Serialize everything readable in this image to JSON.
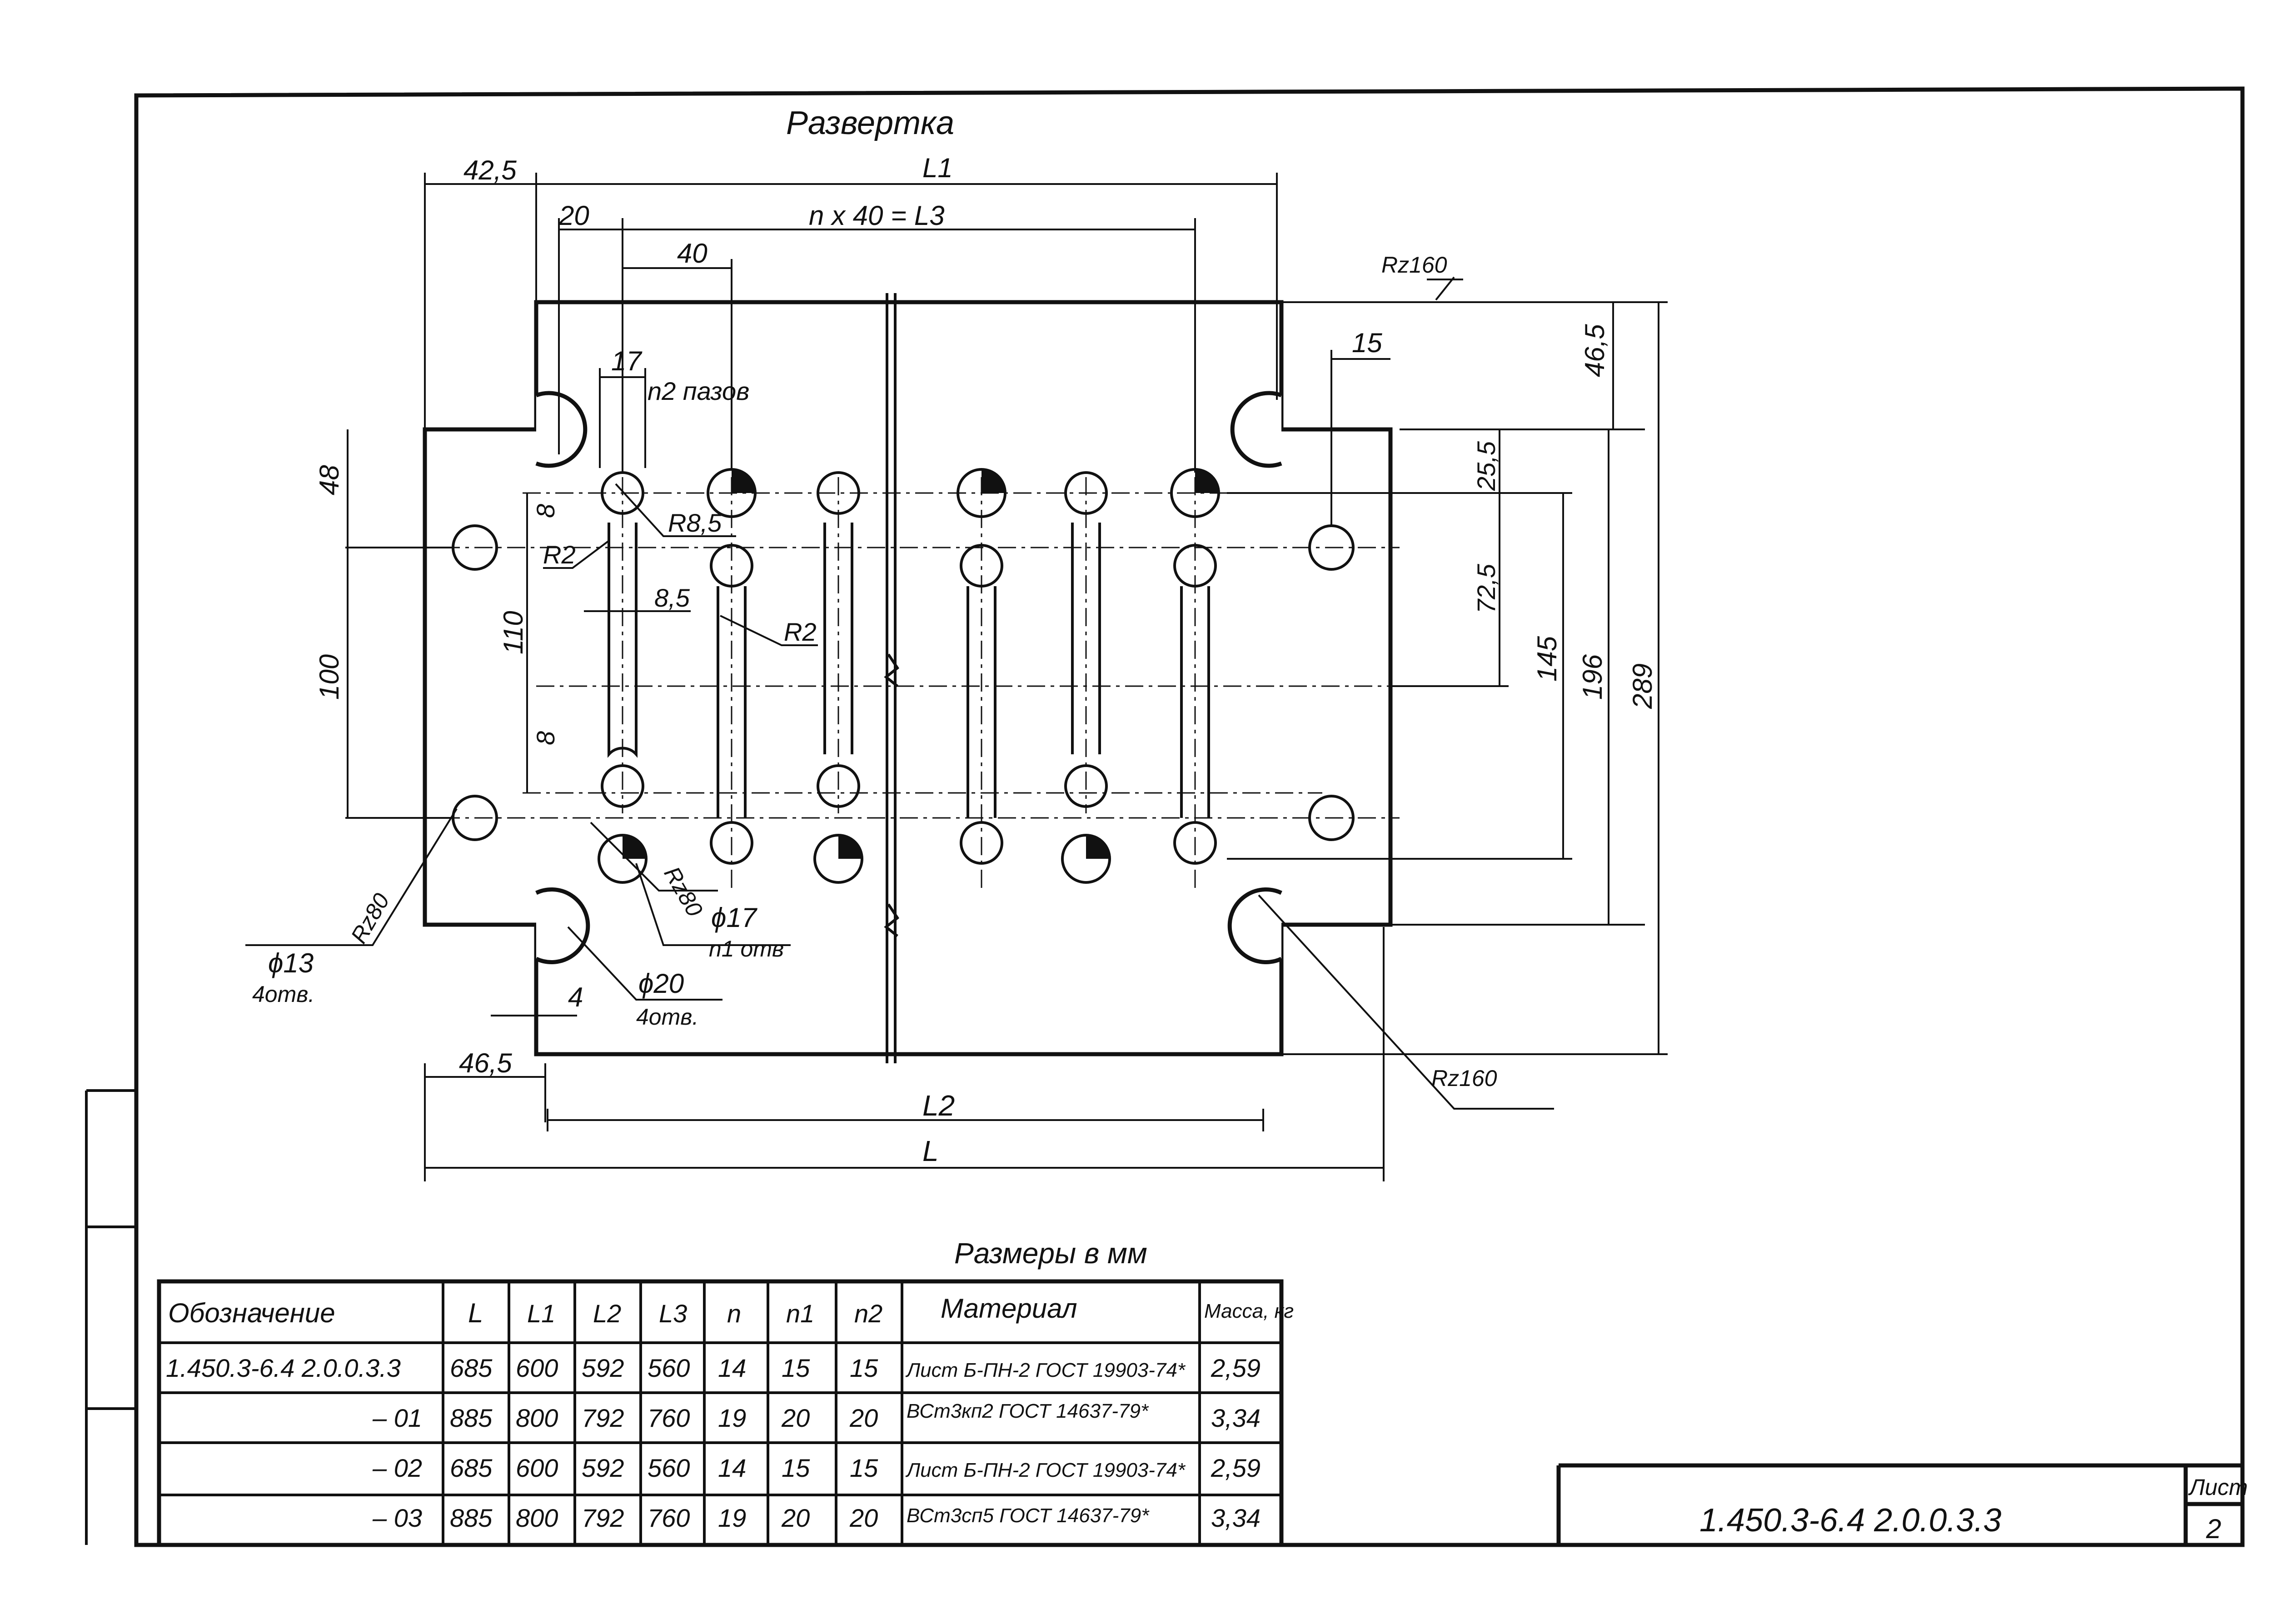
{
  "title": "Развертка",
  "dims": {
    "d_42_5": "42,5",
    "L1": "L1",
    "d_20": "20",
    "n_x_40": "n x 40 = L3",
    "d_40": "40",
    "d_17": "17",
    "n2_slots": "n2 пазов",
    "d_15": "15",
    "d_46_5_top": "46,5",
    "d_25_5": "25,5",
    "d_48": "48",
    "d_8_top": "8",
    "R8_5": "R8,5",
    "R2_a": "R2",
    "d_8_5": "8,5",
    "R2_b": "R2",
    "d_110": "110",
    "d_100": "100",
    "d_72_5": "72,5",
    "d_145": "145",
    "d_196": "196",
    "d_289": "289",
    "d_8_bot": "8",
    "Rz80_a": "Rz80",
    "Rz80_b": "Rz80",
    "phi17": "ϕ17",
    "n1_holes": "n1 отв",
    "phi13": "ϕ13",
    "holes4_a": "4отв.",
    "phi20": "ϕ20",
    "holes4_b": "4отв.",
    "d_4": "4",
    "d_46_5_bot": "46,5",
    "L2": "L2",
    "L": "L",
    "Rz160_top": "Rz160",
    "Rz160_bot": "Rz160"
  },
  "table": {
    "caption": "Размеры в мм",
    "headers": [
      "Обозначение",
      "L",
      "L1",
      "L2",
      "L3",
      "n",
      "n1",
      "n2",
      "Материал",
      "Масса, кг"
    ],
    "rows": [
      [
        "1.450.3-6.4 2.0.0.3.3",
        "685",
        "600",
        "592",
        "560",
        "14",
        "15",
        "15",
        "Лист Б-ПН-2 ГОСТ 19903-74*",
        "2,59"
      ],
      [
        "– 01",
        "885",
        "800",
        "792",
        "760",
        "19",
        "20",
        "20",
        "ВСт3кп2 ГОСТ 14637-79*",
        "3,34"
      ],
      [
        "– 02",
        "685",
        "600",
        "592",
        "560",
        "14",
        "15",
        "15",
        "Лист Б-ПН-2 ГОСТ 19903-74*",
        "2,59"
      ],
      [
        "– 03",
        "885",
        "800",
        "792",
        "760",
        "19",
        "20",
        "20",
        "ВСт3сп5 ГОСТ 14637-79*",
        "3,34"
      ]
    ]
  },
  "title_block": {
    "designation": "1.450.3-6.4 2.0.0.3.3",
    "sheet_label": "Лист",
    "sheet_number": "2"
  }
}
